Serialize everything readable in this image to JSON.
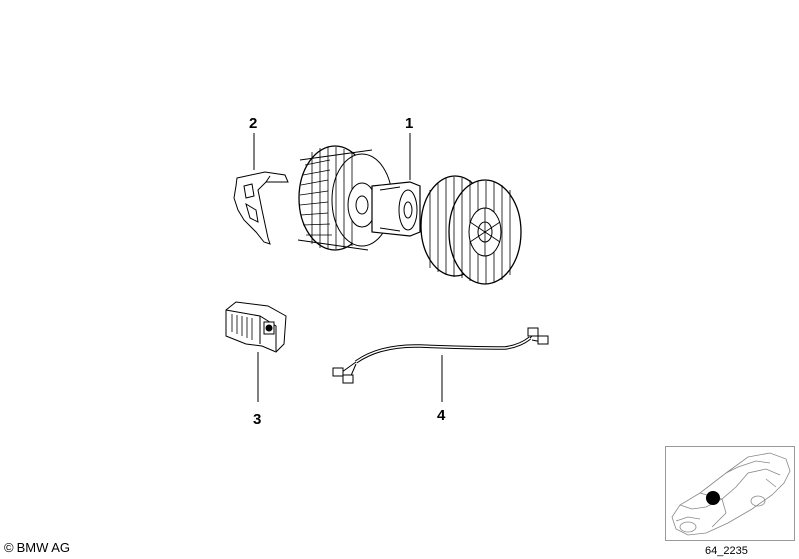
{
  "diagram": {
    "callouts": {
      "blower": "1",
      "bracket": "2",
      "resistor": "3",
      "wiring_harness": "4"
    }
  },
  "footer": {
    "copyright_symbol": "©",
    "copyright_text": "BMW AG",
    "reference_code": "64_2235"
  },
  "thumbnail": {
    "marker_color": "#000000",
    "line_color": "#888888"
  }
}
